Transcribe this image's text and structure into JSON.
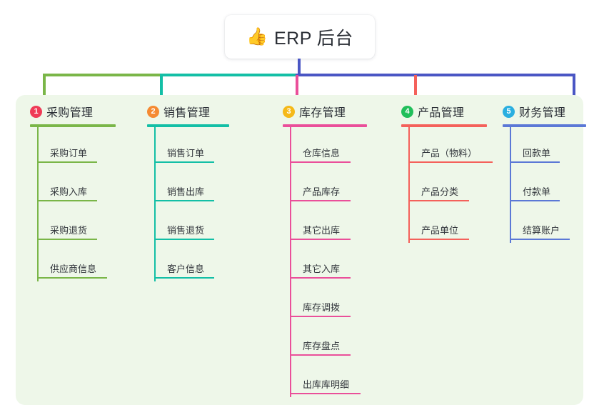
{
  "title": {
    "emoji": "👍",
    "emoji_name": "thumbs-up-icon",
    "text": "ERP 后台"
  },
  "colors": {
    "panel_bg": "#eef7e9",
    "card_bg": "#ffffff",
    "bus_green": "#7ab648",
    "bus_teal": "#13bfa6",
    "bus_blue": "#4a56c4",
    "drop_pink": "#ea4f9a",
    "drop_red": "#f4615b"
  },
  "columns": [
    {
      "badge": "1",
      "badge_color": "#ef3b57",
      "title": "采购管理",
      "line_color": "#7ab648",
      "rule_width": 120,
      "items": [
        {
          "label": "采购订单",
          "rule_width": 84
        },
        {
          "label": "采购入库",
          "rule_width": 84
        },
        {
          "label": "采购退货",
          "rule_width": 84
        },
        {
          "label": "供应商信息",
          "rule_width": 98
        }
      ]
    },
    {
      "badge": "2",
      "badge_color": "#f58a32",
      "title": "销售管理",
      "line_color": "#13bfa6",
      "rule_width": 115,
      "items": [
        {
          "label": "销售订单",
          "rule_width": 84
        },
        {
          "label": "销售出库",
          "rule_width": 84
        },
        {
          "label": "销售退货",
          "rule_width": 84
        },
        {
          "label": "客户信息",
          "rule_width": 84
        }
      ]
    },
    {
      "badge": "3",
      "badge_color": "#f5b919",
      "title": "库存管理",
      "line_color": "#ea4f9a",
      "rule_width": 118,
      "items": [
        {
          "label": "仓库信息",
          "rule_width": 85
        },
        {
          "label": "产品库存",
          "rule_width": 85
        },
        {
          "label": "其它出库",
          "rule_width": 85
        },
        {
          "label": "其它入库",
          "rule_width": 85
        },
        {
          "label": "库存调拨",
          "rule_width": 85
        },
        {
          "label": "库存盘点",
          "rule_width": 85
        },
        {
          "label": "出库库明细",
          "rule_width": 99
        }
      ]
    },
    {
      "badge": "4",
      "badge_color": "#21bf5b",
      "title": "产品管理",
      "line_color": "#f4615b",
      "rule_width": 120,
      "items": [
        {
          "label": "产品（物料）",
          "rule_width": 118
        },
        {
          "label": "产品分类",
          "rule_width": 85
        },
        {
          "label": "产品单位",
          "rule_width": 85
        }
      ]
    },
    {
      "badge": "5",
      "badge_color": "#2aafe0",
      "title": "财务管理",
      "line_color": "#5b78d6",
      "rule_width": 117,
      "items": [
        {
          "label": "回款单",
          "rule_width": 70
        },
        {
          "label": "付款单",
          "rule_width": 70
        },
        {
          "label": "结算账户",
          "rule_width": 84
        }
      ]
    }
  ]
}
